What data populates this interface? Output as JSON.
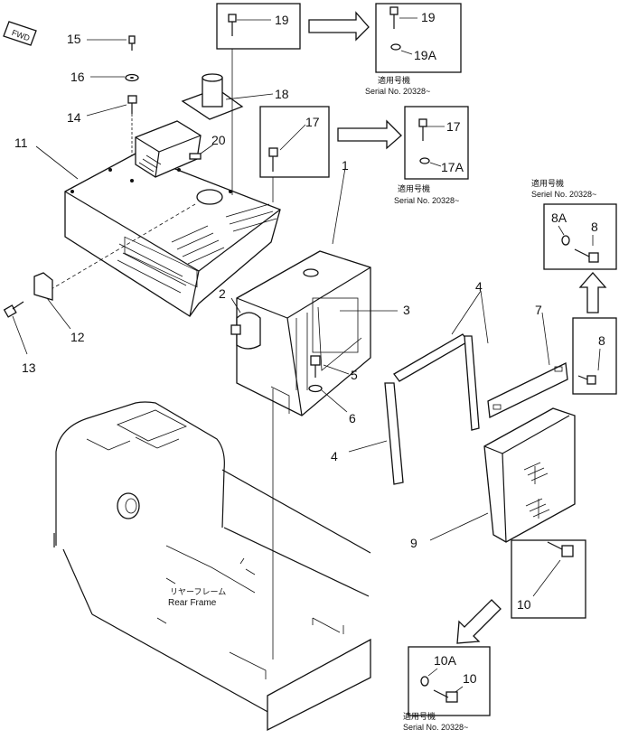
{
  "fwd_label": "FWD",
  "callouts": {
    "c1": "1",
    "c2": "2",
    "c3": "3",
    "c4a": "4",
    "c4b": "4",
    "c5": "5",
    "c6": "6",
    "c7": "7",
    "c8": "8",
    "c9": "9",
    "c10": "10",
    "c11": "11",
    "c12": "12",
    "c13": "13",
    "c14": "14",
    "c15": "15",
    "c16": "16",
    "c17": "17",
    "c18": "18",
    "c19": "19",
    "c20": "20"
  },
  "inset_19": {
    "parts": [
      "19",
      "19A"
    ],
    "jp": "適用号機",
    "serial": "Serial No. 20328~"
  },
  "inset_17": {
    "parts": [
      "17",
      "17A"
    ],
    "jp": "適用号機",
    "serial": "Serial No. 20328~"
  },
  "inset_8": {
    "parts": [
      "8A",
      "8"
    ],
    "jp": "適用号機",
    "serial": "Seriel No. 20328~"
  },
  "inset_10": {
    "parts": [
      "10A",
      "10"
    ],
    "jp": "適用号機",
    "serial": "Serial No. 20328~"
  },
  "rear_frame": {
    "jp": "リヤーフレーム",
    "en": "Rear Frame"
  }
}
